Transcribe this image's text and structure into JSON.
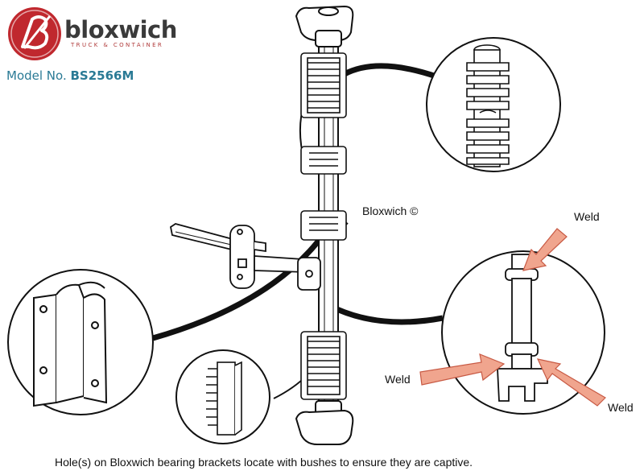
{
  "header": {
    "brand_name": "bloxwich",
    "brand_tagline": "TRUCK & CONTAINER",
    "model_label": "Model No.",
    "model_number": "BS2566M"
  },
  "diagram": {
    "copyright": "Bloxwich ©",
    "weld_labels": [
      "Weld",
      "Weld",
      "Weld"
    ],
    "caption": "Hole(s) on Bloxwich bearing brackets locate with bushes to ensure they are captive."
  },
  "colors": {
    "brand_red": "#c0282e",
    "model_blue": "#2a7a95",
    "arrow_fill": "#f0a58e",
    "arrow_stroke": "#c85a44"
  }
}
